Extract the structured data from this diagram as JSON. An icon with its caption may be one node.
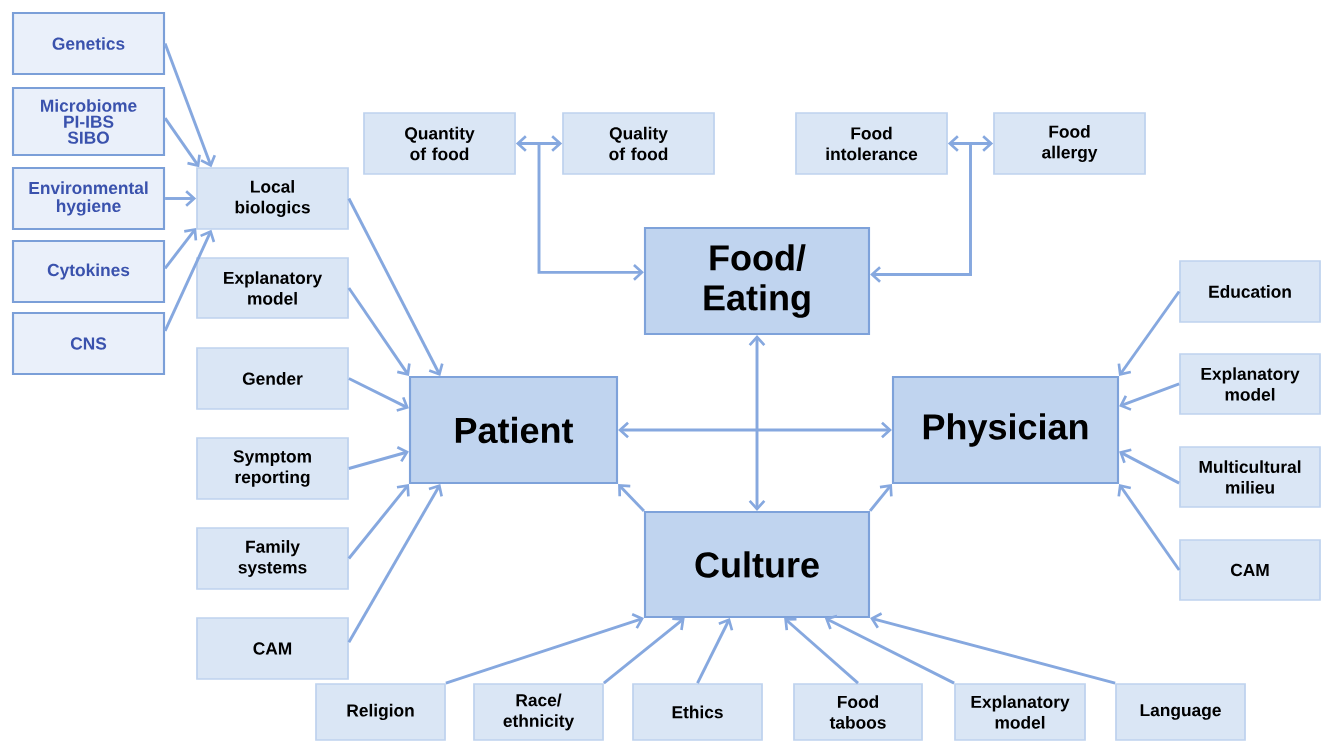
{
  "diagram": {
    "nodes": [
      {
        "text": [
          "Genetics"
        ]
      },
      {
        "text": [
          "Microbiome PI-IBS SIBO"
        ]
      },
      {
        "text": [
          "Environmental hygiene"
        ]
      },
      {
        "text": [
          "Cytokines"
        ]
      },
      {
        "text": [
          "CNS"
        ]
      },
      {
        "text": [
          "Local biologics"
        ]
      },
      {
        "text": [
          "Explanatory model"
        ]
      },
      {
        "text": [
          "Gender"
        ]
      },
      {
        "text": [
          "Symptom reporting"
        ]
      },
      {
        "text": [
          "Family systems"
        ]
      },
      {
        "text": [
          "CAM"
        ]
      },
      {
        "text": [
          "Quantity of food"
        ]
      },
      {
        "text": [
          "Quality of food"
        ]
      },
      {
        "text": [
          "Food intolerance"
        ]
      },
      {
        "text": [
          "Food allergy"
        ]
      },
      {
        "text": [
          "Food/ Eating"
        ]
      },
      {
        "text": [
          "Patient"
        ]
      },
      {
        "text": [
          "Physician"
        ]
      },
      {
        "text": [
          "Culture"
        ]
      },
      {
        "text": [
          "Education"
        ]
      },
      {
        "text": [
          "Explanatory model"
        ]
      },
      {
        "text": [
          "Multicultural milieu"
        ]
      },
      {
        "text": [
          "CAM"
        ]
      },
      {
        "text": [
          "Religion"
        ]
      },
      {
        "text": [
          "Race/ ethnicity"
        ]
      },
      {
        "text": [
          "Ethics"
        ]
      },
      {
        "text": [
          "Food taboos"
        ]
      },
      {
        "text": [
          "Explanatory model"
        ]
      },
      {
        "text": [
          "Language"
        ]
      }
    ],
    "edges": [
      {
        "from": 0,
        "to": 5,
        "arrow": "to"
      },
      {
        "from": 1,
        "to": 5,
        "arrow": "to"
      },
      {
        "from": 2,
        "to": 5,
        "arrow": "to"
      },
      {
        "from": 3,
        "to": 5,
        "arrow": "to"
      },
      {
        "from": 4,
        "to": 5,
        "arrow": "to"
      },
      {
        "from": 5,
        "to": 16,
        "arrow": "to"
      },
      {
        "from": 6,
        "to": 16,
        "arrow": "to"
      },
      {
        "from": 7,
        "to": 16,
        "arrow": "to"
      },
      {
        "from": 8,
        "to": 16,
        "arrow": "to"
      },
      {
        "from": 9,
        "to": 16,
        "arrow": "to"
      },
      {
        "from": 10,
        "to": 16,
        "arrow": "to"
      },
      {
        "from": 11,
        "to": 12,
        "arrow": "both"
      },
      {
        "from": 11,
        "to": 15,
        "arrow": "to"
      },
      {
        "from": 12,
        "to": 15,
        "arrow": "to"
      },
      {
        "from": 13,
        "to": 14,
        "arrow": "both"
      },
      {
        "from": 13,
        "to": 15,
        "arrow": "to"
      },
      {
        "from": 14,
        "to": 15,
        "arrow": "to"
      },
      {
        "from": 15,
        "to": 18,
        "arrow": "both"
      },
      {
        "from": 16,
        "to": 17,
        "arrow": "both"
      },
      {
        "from": 18,
        "to": 16,
        "arrow": "to"
      },
      {
        "from": 18,
        "to": 17,
        "arrow": "to"
      },
      {
        "from": 19,
        "to": 17,
        "arrow": "to"
      },
      {
        "from": 20,
        "to": 17,
        "arrow": "to"
      },
      {
        "from": 21,
        "to": 17,
        "arrow": "to"
      },
      {
        "from": 22,
        "to": 17,
        "arrow": "to"
      },
      {
        "from": 23,
        "to": 18,
        "arrow": "to"
      },
      {
        "from": 24,
        "to": 18,
        "arrow": "to"
      },
      {
        "from": 25,
        "to": 18,
        "arrow": "to"
      },
      {
        "from": 26,
        "to": 18,
        "arrow": "to"
      },
      {
        "from": 27,
        "to": 18,
        "arrow": "to"
      },
      {
        "from": 28,
        "to": 18,
        "arrow": "to"
      }
    ]
  }
}
